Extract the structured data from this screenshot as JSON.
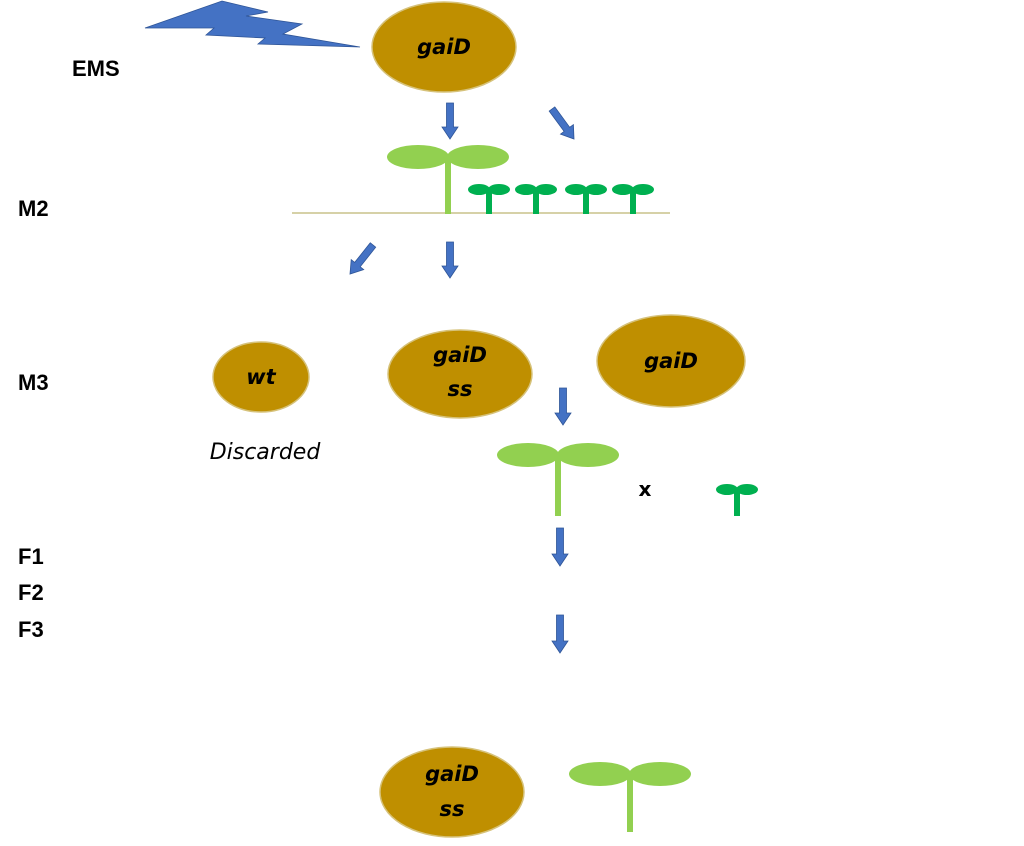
{
  "colors": {
    "seed_fill": "#BF8F00",
    "seed_stroke": "#D6C27A",
    "arrow": "#4472C4",
    "arrow_stroke": "#2F5597",
    "lightning": "#4472C4",
    "mutant_seedling": "#92D050",
    "small_seedling": "#00B050",
    "ground_line": "#C9C28A"
  },
  "labels": {
    "ems": "EMS",
    "m2": "M2",
    "m3": "M3",
    "f1": "F1",
    "f2": "F2",
    "f3": "F3"
  },
  "seeds": {
    "top": {
      "line1": "gaiD"
    },
    "wt": {
      "line1": "wt"
    },
    "gaid_ss": {
      "line1": "gaiD",
      "line2": "ss"
    },
    "gaid_right": {
      "line1": "gaiD"
    },
    "final": {
      "line1": "gaiD",
      "line2": "ss"
    }
  },
  "notes": {
    "discarded": "Discarded",
    "cross": "x"
  },
  "icons": {
    "lightning": "lightning-bolt-icon",
    "arrow": "arrow-icon",
    "seedling": "seedling-icon"
  }
}
